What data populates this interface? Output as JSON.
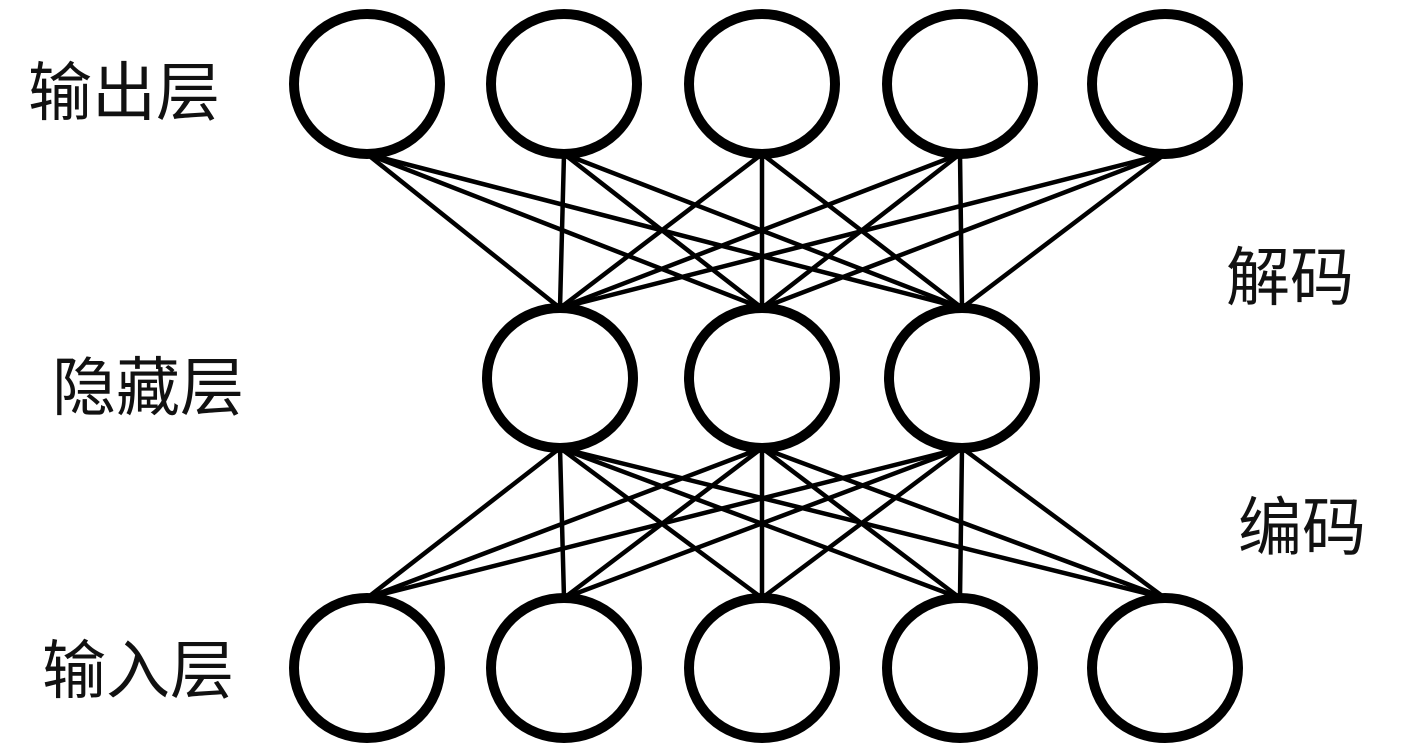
{
  "labels": {
    "output_layer": "输出层",
    "hidden_layer": "隐藏层",
    "input_layer": "输入层",
    "decode": "解码",
    "encode": "编码"
  },
  "network": {
    "output_nodes": 5,
    "hidden_nodes": 3,
    "input_nodes": 5,
    "connectivity": "fully-connected"
  }
}
